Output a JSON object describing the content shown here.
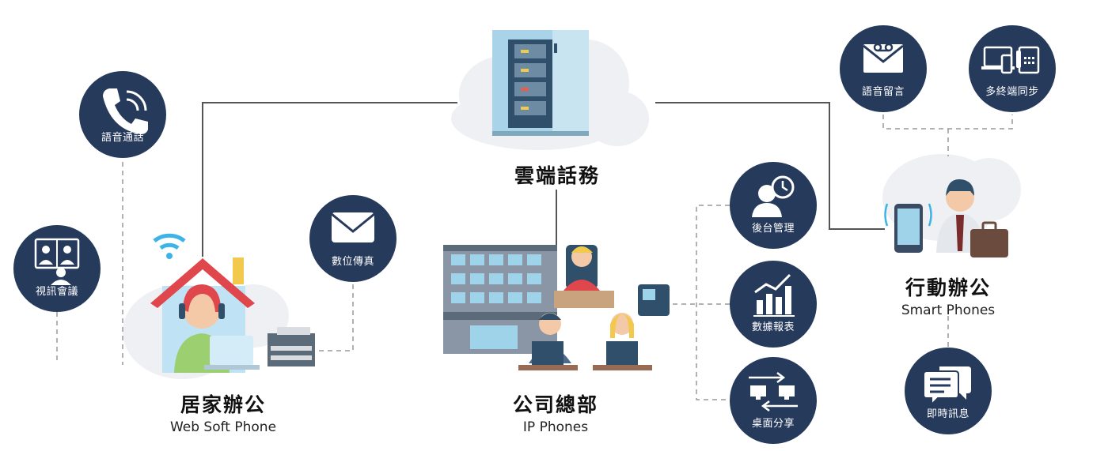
{
  "cloud_hub": {
    "title": "雲端話務"
  },
  "sections": {
    "home": {
      "title": "居家辦公",
      "subtitle": "Web Soft Phone"
    },
    "hq": {
      "title": "公司總部",
      "subtitle": "IP Phones"
    },
    "mobile": {
      "title": "行動辦公",
      "subtitle": "Smart Phones"
    }
  },
  "features": {
    "voice_call": {
      "label": "語音通話",
      "icon": "phone-icon"
    },
    "video_conf": {
      "label": "視訊會議",
      "icon": "video-conference-icon"
    },
    "digital_fax": {
      "label": "數位傳真",
      "icon": "envelope-icon"
    },
    "backend_mgmt": {
      "label": "後台管理",
      "icon": "user-clock-icon"
    },
    "reports": {
      "label": "數據報表",
      "icon": "bar-chart-icon"
    },
    "desktop_share": {
      "label": "桌面分享",
      "icon": "desktop-share-icon"
    },
    "voicemail": {
      "label": "語音留言",
      "icon": "voicemail-icon"
    },
    "multi_sync": {
      "label": "多終端同步",
      "icon": "devices-icon"
    },
    "instant_msg": {
      "label": "即時訊息",
      "icon": "chat-icon"
    }
  },
  "colors": {
    "circle": "#263a5c",
    "line": "#555555",
    "dash": "#999999",
    "cloud": "#eef0f3"
  }
}
